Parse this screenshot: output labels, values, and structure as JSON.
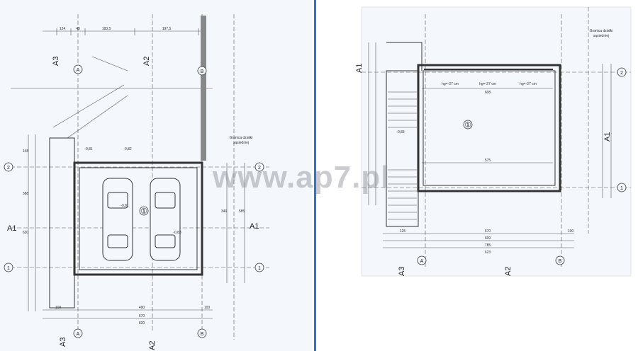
{
  "watermark": "www.ap7.pl",
  "colors": {
    "line": "#2a2a2a",
    "dim": "#555555",
    "wall": "#444444",
    "blueline": "#3b6fc4"
  },
  "left_plan": {
    "top_dims": [
      "124",
      "49",
      "183,5",
      "197,5"
    ],
    "section_marks": [
      "A3",
      "A2",
      "A1",
      "A1",
      "A2",
      "A3"
    ],
    "grid_marks": [
      "A",
      "B",
      "2",
      "2",
      "1",
      "1",
      "A",
      "B"
    ],
    "room_number": "①",
    "level_labels": [
      "-0,81",
      "-0,82",
      "-0,81",
      "-0,83"
    ],
    "bottom_dims": [
      "100",
      "490",
      "100",
      "670",
      "820"
    ],
    "side_dims": [
      "148",
      "388",
      "349",
      "585",
      "630"
    ],
    "note": [
      "Granica działki",
      "sąsiedniej"
    ]
  },
  "right_plan": {
    "top_dims": [
      "hg=-27 cm",
      "hg=-27 cm",
      "hg=-27 cm"
    ],
    "inner_dims": [
      "608",
      "575"
    ],
    "bottom_dims": [
      "125",
      "670",
      "100",
      "609",
      "785",
      "623"
    ],
    "level_label": "-0,83",
    "room_number": "①",
    "section_marks": [
      "A1",
      "A1",
      "A3",
      "A2"
    ],
    "grid_marks": [
      "2",
      "1",
      "A",
      "B"
    ],
    "note": [
      "Granica działki",
      "sąsiedniej"
    ]
  }
}
